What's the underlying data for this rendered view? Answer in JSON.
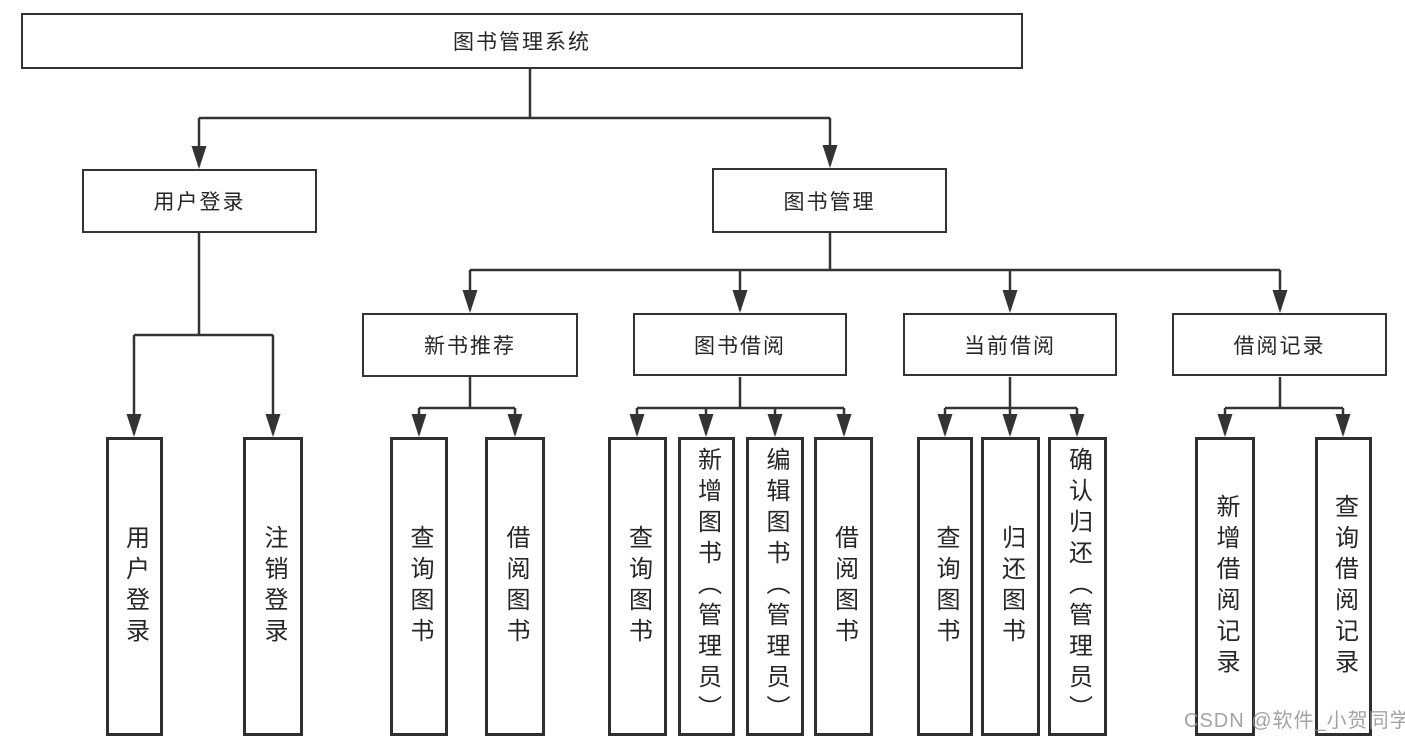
{
  "diagram_title": "图书管理系统",
  "tree": {
    "root": {
      "label": "图书管理系统",
      "children": [
        {
          "label": "用户登录",
          "children": [
            {
              "label": "用户登录"
            },
            {
              "label": "注销登录"
            }
          ]
        },
        {
          "label": "图书管理",
          "children": [
            {
              "label": "新书推荐",
              "children": [
                {
                  "label": "查询图书"
                },
                {
                  "label": "借阅图书"
                }
              ]
            },
            {
              "label": "图书借阅",
              "children": [
                {
                  "label": "查询图书"
                },
                {
                  "label": "新增图书（管理员）"
                },
                {
                  "label": "编辑图书（管理员）"
                },
                {
                  "label": "借阅图书"
                }
              ]
            },
            {
              "label": "当前借阅",
              "children": [
                {
                  "label": "查询图书"
                },
                {
                  "label": "归还图书"
                },
                {
                  "label": "确认归还（管理员）"
                }
              ]
            },
            {
              "label": "借阅记录",
              "children": [
                {
                  "label": "新增借阅记录"
                },
                {
                  "label": "查询借阅记录"
                }
              ]
            }
          ]
        }
      ]
    }
  },
  "watermark": {
    "text": "CSDN @软件_小贺同学"
  },
  "colors": {
    "background": "#ffffff",
    "box_border": "#333333",
    "connector": "#333333",
    "text": "#262626",
    "watermark": "#919498"
  }
}
